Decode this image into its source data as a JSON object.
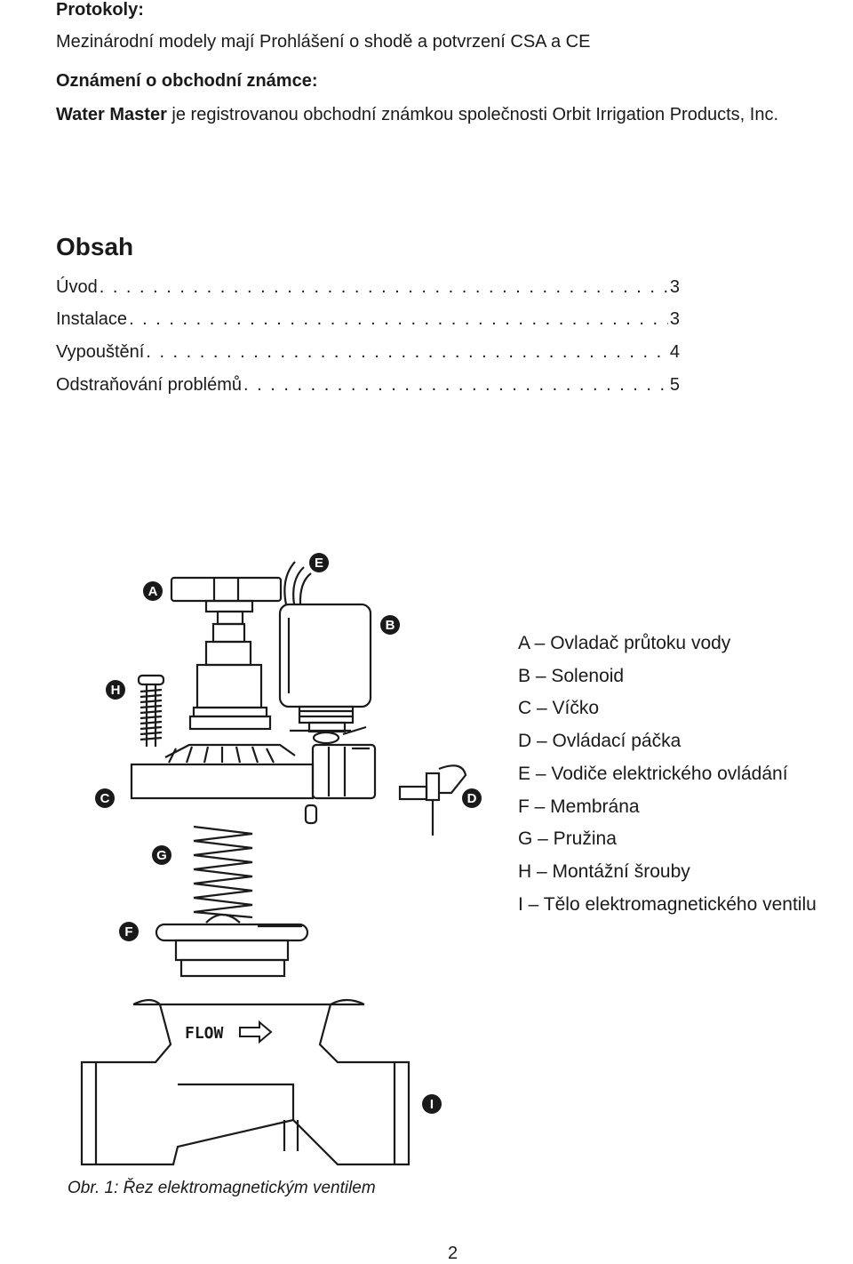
{
  "protocols": {
    "heading": "Protokoly:",
    "text": "Mezinárodní modely mají Prohlášení o shodě a potvrzení CSA a CE"
  },
  "trademark": {
    "heading": "Oznámení o obchodní známce:",
    "brand": "Water Master",
    "text": " je registrovanou obchodní známkou společnosti Orbit Irrigation Products, Inc."
  },
  "toc": {
    "title": "Obsah",
    "items": [
      {
        "label": "Úvod",
        "page": "3"
      },
      {
        "label": "Instalace",
        "page": "3"
      },
      {
        "label": "Vypouštění",
        "page": "4"
      },
      {
        "label": "Odstraňování problémů",
        "page": "5"
      }
    ]
  },
  "figure": {
    "markers": [
      "A",
      "B",
      "C",
      "D",
      "E",
      "F",
      "G",
      "H",
      "I"
    ],
    "flow_label": "FLOW",
    "legend": [
      "A – Ovladač průtoku vody",
      "B – Solenoid",
      "C – Víčko",
      "D – Ovládací páčka",
      "E – Vodiče elektrického ovládání",
      "F – Membrána",
      "G – Pružina",
      "H – Montážní šrouby",
      "I – Tělo elektromagnetického ventilu"
    ],
    "caption": "Obr. 1: Řez elektromagnetickým ventilem"
  },
  "page_number": "2"
}
